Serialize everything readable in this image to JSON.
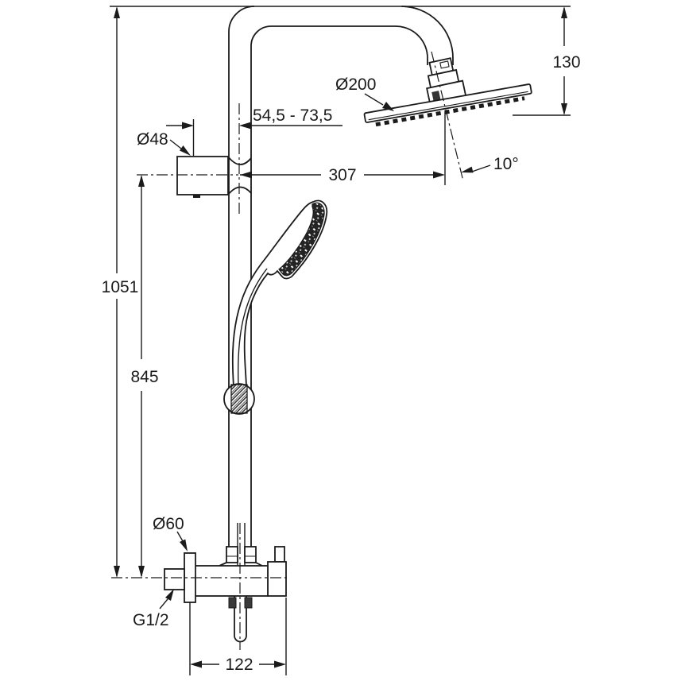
{
  "labels": {
    "total_height": "1051",
    "bracket_height": "845",
    "head_offset": "130",
    "reach": "307",
    "wall_clearance": "54,5 - 73,5",
    "head_diameter": "Ø200",
    "bracket_diameter": "Ø48",
    "escutcheon_diameter": "Ø60",
    "thread": "G1/2",
    "valve_width": "122",
    "tilt_angle": "10°"
  },
  "colors": {
    "line": "#1b1b1b",
    "background": "#ffffff",
    "dark_fill": "#3a3a3a"
  }
}
